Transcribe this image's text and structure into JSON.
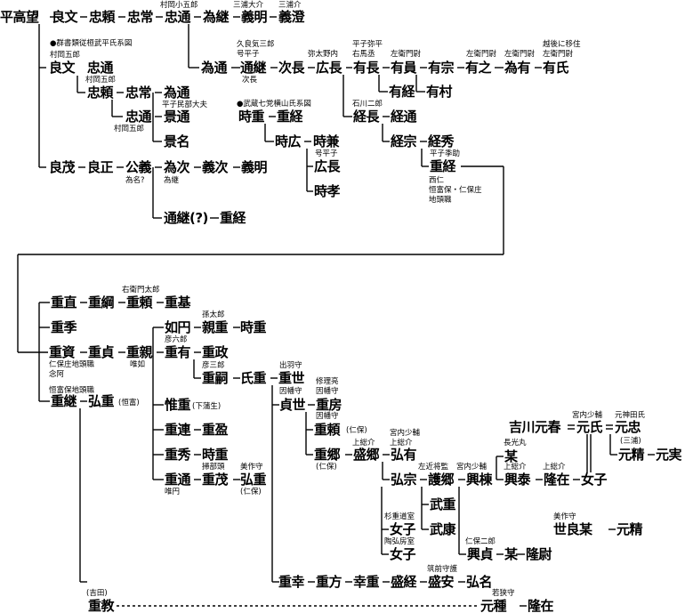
{
  "nodes": [
    {
      "id": "taira_takamochi",
      "t": "平高望"
    },
    {
      "id": "yoshifumi",
      "t": "良文"
    },
    {
      "id": "tadayori_1",
      "t": "忠頼"
    },
    {
      "id": "tadatsune",
      "t": "忠常"
    },
    {
      "id": "tadamichi_1",
      "t": "忠通"
    },
    {
      "id": "tametsugu",
      "t": "為継"
    },
    {
      "id": "yoshiaki",
      "t": "義明"
    },
    {
      "id": "yoshizumi",
      "t": "義澄"
    },
    {
      "id": "yoshifumi_2",
      "t": "良文"
    },
    {
      "id": "tadamichi_2",
      "t": "忠通"
    },
    {
      "id": "tadayori_2",
      "t": "忠頼"
    },
    {
      "id": "tadatsune_2",
      "t": "忠常"
    },
    {
      "id": "tamemichi_a",
      "t": "為通"
    },
    {
      "id": "tadamichi_3",
      "t": "忠通"
    },
    {
      "id": "kagemichi",
      "t": "景通"
    },
    {
      "id": "kagena",
      "t": "景名"
    },
    {
      "id": "tamemichi_b",
      "t": "為通"
    },
    {
      "id": "michitsugu",
      "t": "通継"
    },
    {
      "id": "tsuginaga",
      "t": "次長"
    },
    {
      "id": "hironaga",
      "t": "広長"
    },
    {
      "id": "arinaga",
      "t": "有長"
    },
    {
      "id": "arisuke",
      "t": "有員"
    },
    {
      "id": "arimune",
      "t": "有宗"
    },
    {
      "id": "ariyuki",
      "t": "有之"
    },
    {
      "id": "tameari",
      "t": "為有"
    },
    {
      "id": "ariuji",
      "t": "有氏"
    },
    {
      "id": "aritsune",
      "t": "有経"
    },
    {
      "id": "arimura",
      "t": "有村"
    },
    {
      "id": "tokishige",
      "t": "時重"
    },
    {
      "id": "shigetsune",
      "t": "重経"
    },
    {
      "id": "tokihiro",
      "t": "時広"
    },
    {
      "id": "tokikane",
      "t": "時兼"
    },
    {
      "id": "hironaga_2",
      "t": "広長"
    },
    {
      "id": "tokitaka",
      "t": "時孝"
    },
    {
      "id": "tsunenaga",
      "t": "経長"
    },
    {
      "id": "tsunemichi",
      "t": "経通"
    },
    {
      "id": "tsunemune",
      "t": "経宗"
    },
    {
      "id": "tsunehide",
      "t": "経秀"
    },
    {
      "id": "shigetsune_2",
      "t": "重経"
    },
    {
      "id": "yoshishige",
      "t": "良茂"
    },
    {
      "id": "yoshimasa",
      "t": "良正"
    },
    {
      "id": "kimiyoshi",
      "t": "公義"
    },
    {
      "id": "tametsugu_2",
      "t": "為次"
    },
    {
      "id": "yoshitsugu",
      "t": "義次"
    },
    {
      "id": "yoshiaki_2",
      "t": "義明"
    },
    {
      "id": "michitsugu_q",
      "t": "通継(?)"
    },
    {
      "id": "shigetsune_3",
      "t": "重経"
    },
    {
      "id": "shigenao",
      "t": "重直"
    },
    {
      "id": "shigetsuna",
      "t": "重綱"
    },
    {
      "id": "shigeyori",
      "t": "重頼"
    },
    {
      "id": "shigemoto",
      "t": "重基"
    },
    {
      "id": "shigesue",
      "t": "重季"
    },
    {
      "id": "shigesuke",
      "t": "重資"
    },
    {
      "id": "shigesada",
      "t": "重貞"
    },
    {
      "id": "shigechika",
      "t": "重親"
    },
    {
      "id": "shigetsugu",
      "t": "重継"
    },
    {
      "id": "hiroshige",
      "t": "弘重"
    },
    {
      "id": "nyoen",
      "t": "如円"
    },
    {
      "id": "chikashige",
      "t": "親重"
    },
    {
      "id": "shigetoki",
      "t": "時重"
    },
    {
      "id": "shigeari",
      "t": "重有"
    },
    {
      "id": "shigemasa",
      "t": "重政"
    },
    {
      "id": "shigetsugu_2",
      "t": "重嗣"
    },
    {
      "id": "ujishige",
      "t": "氏重"
    },
    {
      "id": "shigeyo",
      "t": "重世"
    },
    {
      "id": "koreshige",
      "t": "惟重"
    },
    {
      "id": "shigetsura",
      "t": "重連"
    },
    {
      "id": "shigemori",
      "t": "重盈"
    },
    {
      "id": "shigehide",
      "t": "重秀"
    },
    {
      "id": "tokishige_2",
      "t": "時重"
    },
    {
      "id": "shigemichi",
      "t": "重通"
    },
    {
      "id": "shigeshige",
      "t": "重茂"
    },
    {
      "id": "hiroshige_2",
      "t": "弘重"
    },
    {
      "id": "sadayo",
      "t": "貞世"
    },
    {
      "id": "shigefusa",
      "t": "重房"
    },
    {
      "id": "shigeyori_2",
      "t": "重頼"
    },
    {
      "id": "shigesato",
      "t": "重郷"
    },
    {
      "id": "morisato",
      "t": "盛郷"
    },
    {
      "id": "hiroari",
      "t": "弘有"
    },
    {
      "id": "hiromune",
      "t": "弘宗"
    },
    {
      "id": "gosato",
      "t": "護郷"
    },
    {
      "id": "okimune",
      "t": "興棟"
    },
    {
      "id": "bou",
      "t": "某"
    },
    {
      "id": "okiyasu",
      "t": "興泰"
    },
    {
      "id": "takaari",
      "t": "隆在"
    },
    {
      "id": "onnako_1",
      "t": "女子"
    },
    {
      "id": "takeshige",
      "t": "武重"
    },
    {
      "id": "takeyasu",
      "t": "武康"
    },
    {
      "id": "onnako_2",
      "t": "女子"
    },
    {
      "id": "onnako_3",
      "t": "女子"
    },
    {
      "id": "okisada",
      "t": "興貞"
    },
    {
      "id": "bou_2",
      "t": "某"
    },
    {
      "id": "takayasu",
      "t": "隆尉"
    },
    {
      "id": "kikkawa_motoharu",
      "t": "吉川元春"
    },
    {
      "id": "motouji",
      "t": "元氏"
    },
    {
      "id": "motozane",
      "t": "元忠"
    },
    {
      "id": "motosei",
      "t": "元精"
    },
    {
      "id": "motozane_2",
      "t": "元実"
    },
    {
      "id": "seraboo",
      "t": "世良某"
    },
    {
      "id": "motosei_2",
      "t": "元精"
    },
    {
      "id": "shigeyuki",
      "t": "重幸"
    },
    {
      "id": "shigekata",
      "t": "重方"
    },
    {
      "id": "yukishige",
      "t": "幸重"
    },
    {
      "id": "moritsune",
      "t": "盛経"
    },
    {
      "id": "moriyasu",
      "t": "盛安"
    },
    {
      "id": "hirona",
      "t": "弘名"
    },
    {
      "id": "shigenori",
      "t": "重教"
    },
    {
      "id": "mototane",
      "t": "元種"
    },
    {
      "id": "takaari_2",
      "t": "隆在"
    }
  ],
  "notes": [
    {
      "id": "n_murooka_kogoro",
      "t": "村岡小五郎"
    },
    {
      "id": "n_miura_osuke",
      "t": "三浦大介"
    },
    {
      "id": "n_miura_suke",
      "t": "三浦介"
    },
    {
      "id": "n_source_gunsho",
      "t": "●群書類従桓武平氏系図"
    },
    {
      "id": "n_murooka_goro_1",
      "t": "村岡五郎"
    },
    {
      "id": "n_murooka_goro_2",
      "t": "村岡五郎"
    },
    {
      "id": "n_heishi_minbu",
      "t": "平子民部大夫"
    },
    {
      "id": "n_murooka_goro_3",
      "t": "村岡五郎"
    },
    {
      "id": "n_kurakisaburo",
      "t": "久良気三郎"
    },
    {
      "id": "n_go_hirako_1",
      "t": "号平子"
    },
    {
      "id": "n_tsuginaga_alt",
      "t": "次長"
    },
    {
      "id": "n_yahei_nouchi",
      "t": "弥太野内"
    },
    {
      "id": "n_hirako_yahei",
      "t": "平子弥平"
    },
    {
      "id": "n_uma_jo",
      "t": "右馬丞"
    },
    {
      "id": "n_saemon_1",
      "t": "左衛門尉"
    },
    {
      "id": "n_saemon_2",
      "t": "左衛門尉"
    },
    {
      "id": "n_saemon_3",
      "t": "左衛門尉"
    },
    {
      "id": "n_echigo",
      "t": "越後に移住"
    },
    {
      "id": "n_saemon_4",
      "t": "左衛門尉"
    },
    {
      "id": "n_source_busou",
      "t": "●武蔵七党横山氏系図"
    },
    {
      "id": "n_ishikawa_jiro",
      "t": "石川二郎"
    },
    {
      "id": "n_go_hirako_2",
      "t": "号平子"
    },
    {
      "id": "n_hirako_suke",
      "t": "平子季助"
    },
    {
      "id": "n_sainin",
      "t": "西仁"
    },
    {
      "id": "n_tsuneho",
      "t": "恒富保・仁保庄"
    },
    {
      "id": "n_jito",
      "t": "地頭職"
    },
    {
      "id": "n_tamena_q",
      "t": "為名?"
    },
    {
      "id": "n_tametsugu",
      "t": "為継"
    },
    {
      "id": "n_uemon_taro",
      "t": "右衛門太郎"
    },
    {
      "id": "n_magotaro",
      "t": "孫太郎"
    },
    {
      "id": "n_hikorokuro",
      "t": "彦六郎"
    },
    {
      "id": "n_nihosho",
      "t": "仁保庄地頭職"
    },
    {
      "id": "n_nenna",
      "t": "念阿"
    },
    {
      "id": "n_yuinyo",
      "t": "唯如"
    },
    {
      "id": "n_hikosaburo",
      "t": "彦三郎"
    },
    {
      "id": "n_dewa",
      "t": "出羽守"
    },
    {
      "id": "n_inaba",
      "t": "因幡守"
    },
    {
      "id": "n_shurinosuke",
      "t": "修理亮"
    },
    {
      "id": "n_inaba_suke_1",
      "t": "因幡守"
    },
    {
      "id": "n_tsuneho_jito",
      "t": "恒富保地頭職"
    },
    {
      "id": "n_tsuneho_p",
      "t": "(恒富)"
    },
    {
      "id": "n_shimo_kamu",
      "t": "(下蒲生)"
    },
    {
      "id": "n_inaba_suke_2",
      "t": "因幡守"
    },
    {
      "id": "n_niho_p1",
      "t": "(仁保)"
    },
    {
      "id": "n_kunai_1",
      "t": "宮内少輔"
    },
    {
      "id": "n_kazusa_1",
      "t": "上総介"
    },
    {
      "id": "n_kazusa_2",
      "t": "上総介"
    },
    {
      "id": "n_niho_p2",
      "t": "(仁保)"
    },
    {
      "id": "n_kamonnokami",
      "t": "掃部頭"
    },
    {
      "id": "n_mimasaka_1",
      "t": "美作守"
    },
    {
      "id": "n_yuien",
      "t": "唯円"
    },
    {
      "id": "n_niho_p3",
      "t": "(仁保)"
    },
    {
      "id": "n_sakon",
      "t": "左近将監"
    },
    {
      "id": "n_kunai_2",
      "t": "宮内少輔"
    },
    {
      "id": "n_chokomaru",
      "t": "長光丸"
    },
    {
      "id": "n_kazusa_3",
      "t": "上総介"
    },
    {
      "id": "n_kazusa_4",
      "t": "上総介"
    },
    {
      "id": "n_kunai_3",
      "t": "宮内少輔"
    },
    {
      "id": "n_motokanda",
      "t": "元神田氏"
    },
    {
      "id": "n_miura_p",
      "t": "(三浦)"
    },
    {
      "id": "n_sugishige",
      "t": "杉重道室"
    },
    {
      "id": "n_suehiro",
      "t": "陶弘房室"
    },
    {
      "id": "n_niho_jiro",
      "t": "仁保二郎"
    },
    {
      "id": "n_mimasaka_2",
      "t": "美作守"
    },
    {
      "id": "n_chikuzen",
      "t": "筑前守護"
    },
    {
      "id": "n_yoshida",
      "t": "(吉田)"
    },
    {
      "id": "n_wakasa",
      "t": "若狭守"
    }
  ]
}
